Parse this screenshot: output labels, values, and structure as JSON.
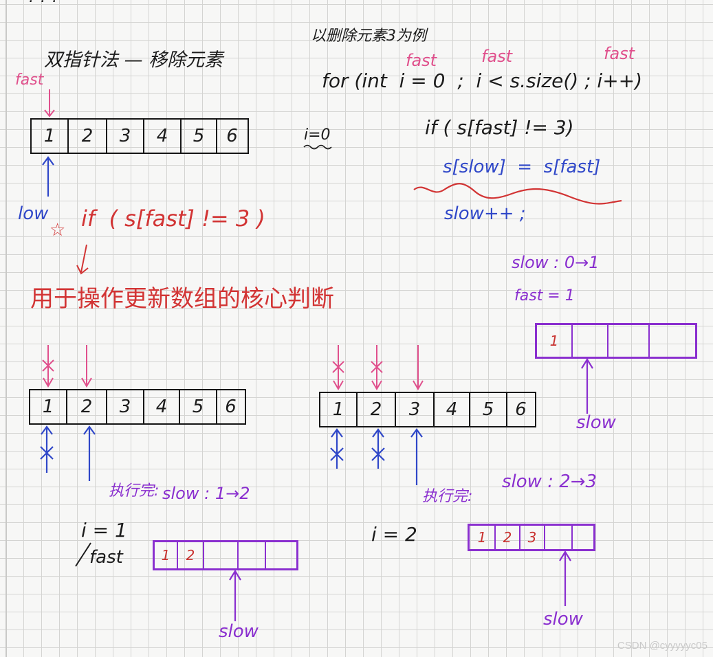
{
  "title_cut": "...",
  "left_title": "双指针法 — 移除元素",
  "right_title": "以删除元素3为例",
  "for_loop": "for (int  i = 0  ;  i < s.size() ; i++)",
  "fast_word": "fast",
  "low_word": "low",
  "i0_label": "i=0",
  "if_code": "if ( s[fast] != 3)",
  "assign_code": "s[slow]  =  s[fast]",
  "slow_inc": "slow++ ;",
  "star": "☆",
  "if_condition": "if  ( s[fast] != 3 )",
  "core_note": "用于操作更新数组的核心判断",
  "slow_0_1": "slow : 0→1",
  "fast_eq_1": "fast = 1",
  "slow_word": "slow",
  "exec_done": "执行完:",
  "slow_1_2": "slow : 1→2",
  "slow_2_3": "slow : 2→3",
  "i1_label": "i = 1",
  "i2_label": "i = 2",
  "array_1": [
    "1",
    "2",
    "3",
    "4",
    "5",
    "6"
  ],
  "array_2": [
    "1",
    "2",
    "3",
    "4",
    "5",
    "6"
  ],
  "array_3": [
    "1",
    "2",
    "3",
    "4",
    "5",
    "6"
  ],
  "result_1": [
    "1",
    "",
    "",
    ""
  ],
  "result_2": [
    "1",
    "2",
    "",
    "",
    ""
  ],
  "result_3": [
    "1",
    "2",
    "3",
    "",
    ""
  ],
  "watermark": "CSDN @cyyyyyc05",
  "colors": {
    "black": "#1c1c1c",
    "pink": "#e0508c",
    "blue": "#2f47c8",
    "red": "#d23434",
    "purple": "#8a2fcf"
  }
}
